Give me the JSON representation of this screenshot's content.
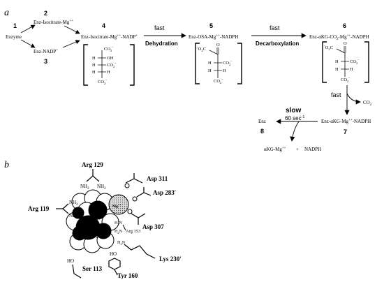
{
  "panel_a": {
    "label": "a",
    "compound_numbers": {
      "c1": "1",
      "c2": "2",
      "c3": "3",
      "c4": "4",
      "c5": "5",
      "c6": "6",
      "c7": "7",
      "c8": "8"
    },
    "species": {
      "enzyme": "Enzyme",
      "isocitrate_mg": "Enz-Isocitrate-Mg",
      "nadp": "Enz-NADP",
      "ternary": "Enz-Isocitrate-Mg",
      "ternary_tail": "-NADP",
      "osa": "Enz-OSA-Mg",
      "osa_tail": "-NADPH",
      "akg_co2": "Enz-αKG-CO",
      "akg_co2_tail": "-Mg",
      "akg_co2_tail2": "-NADPH",
      "akg": "Enz-αKG-Mg",
      "akg_tail": "-NADPH",
      "enz": "Enz",
      "product": "αKG-Mg",
      "plus": "+",
      "nadph": "NADPH",
      "co2": "CO",
      "co2_sub": "2",
      "co2_inline_sub": "2",
      "plus_sup": "+",
      "mg_sup": "++"
    },
    "steps": {
      "fast1": "fast",
      "dehydration": "Dehydration",
      "fast2": "fast",
      "decarboxylation": "Decarboxylation",
      "fast3": "fast",
      "slow": "slow",
      "rate": "60 sec",
      "rate_exp": "-1"
    },
    "structure_groups": {
      "co2m": "CO",
      "oh": "OH",
      "h": "H",
      "o2c": "O",
      "c": "C",
      "minus": "-",
      "two": "2"
    }
  },
  "panel_b": {
    "label": "b",
    "residues": {
      "arg129": "Arg 129",
      "asp311": "Asp 311",
      "asp283": "Asp 283′",
      "arg119": "Arg 119",
      "asp307": "Asp 307",
      "arg153": "Arg 153",
      "lys230": "Lys 230′",
      "ser113": "Ser 113",
      "tyr160": "Tyr 160"
    },
    "groups": {
      "nh2": "NH",
      "two": "2",
      "h2n": "H",
      "n": "N",
      "ho": "HO",
      "mg": "Mg",
      "mg_sup": "++"
    }
  }
}
